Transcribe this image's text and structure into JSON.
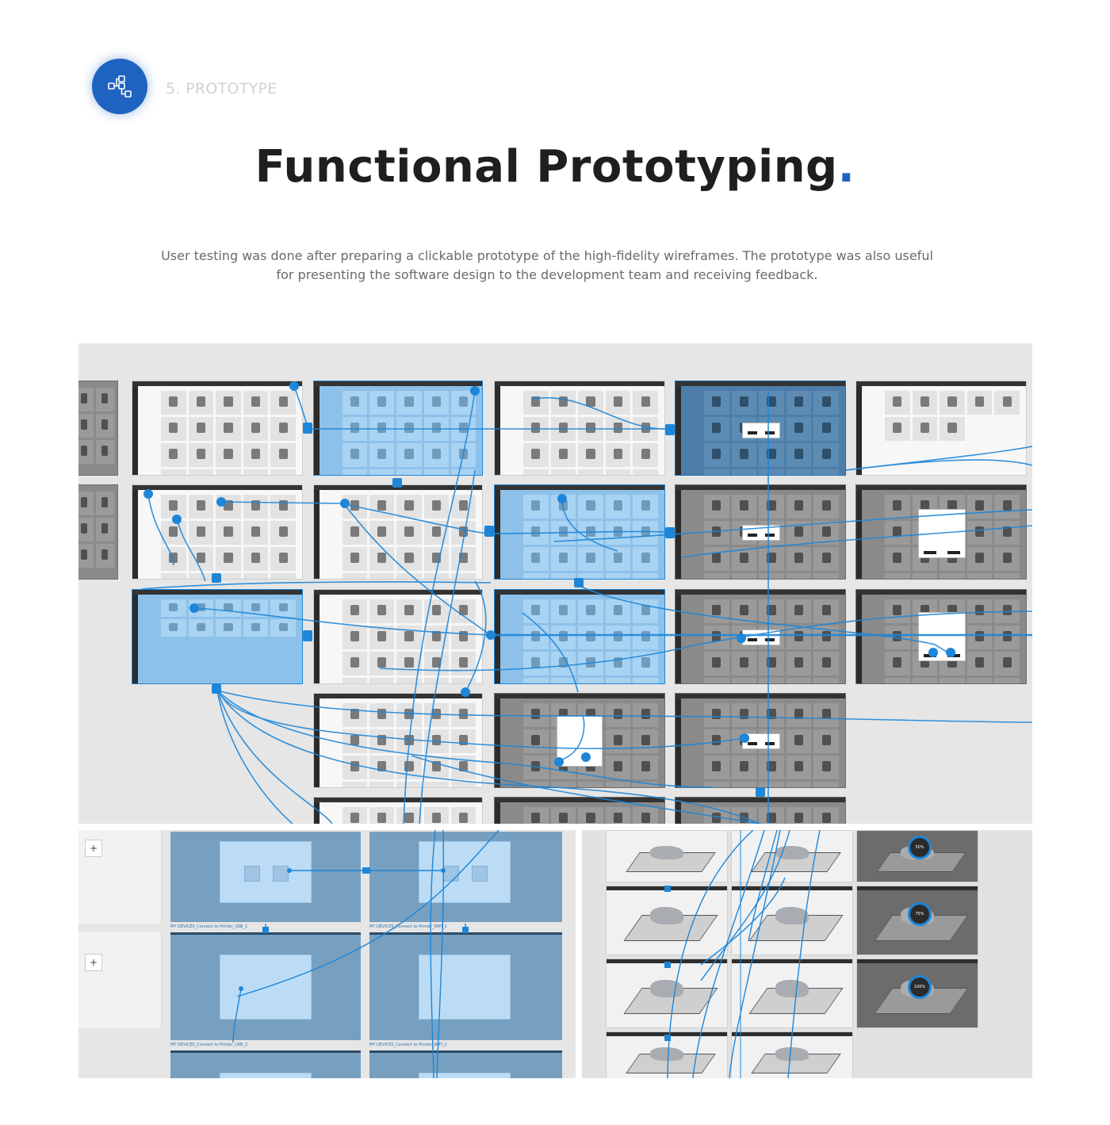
{
  "section": {
    "icon": "flowchart-icon",
    "label": "5. PROTOTYPE",
    "accent_color": "#1e63c0"
  },
  "heading": {
    "title": "Functional Prototyping",
    "title_dot": ".",
    "intro": "User testing was done after preparing a clickable prototype of the high-fidelity wireframes. The prototype was also useful for presenting the software design to the development team and receiving feedback."
  },
  "prototype_images": {
    "main_canvas": "prototype-flow-canvas",
    "device_screens": "device-connection-flow",
    "print_screens": "print-progress-flow",
    "link_color": "#1d86d8"
  },
  "device_flow": {
    "dialog_title": "Connect to Printer",
    "my_devices": "My Devices",
    "captions": [
      "MY DEVICES_Connect to Printer_USB_1",
      "MY DEVICES_Connect to Printer_WIFI_1",
      "MY DEVICES_Connect to Printer_USB_2",
      "MY DEVICES_Connect to Printer_WIFI_2"
    ]
  },
  "print_flow": {
    "progress": [
      "50%",
      "75%",
      "100%"
    ]
  }
}
